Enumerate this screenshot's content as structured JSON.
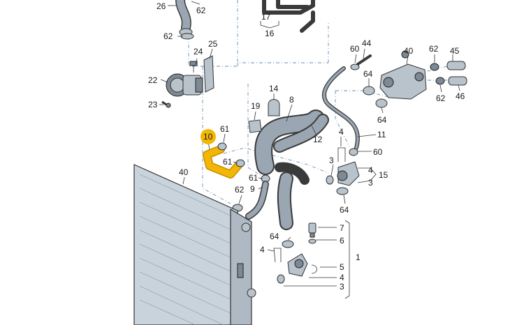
{
  "callouts": {
    "c26": "26",
    "c62a": "62",
    "c17": "17",
    "c16": "16",
    "c62b": "62",
    "c24": "24",
    "c25": "25",
    "c22": "22",
    "c23": "23",
    "c44": "44",
    "c60a": "60",
    "c40a": "40",
    "c62c": "62",
    "c45": "45",
    "c64a": "64",
    "c64b": "64",
    "c62d": "62",
    "c46": "46",
    "c14": "14",
    "c8": "8",
    "c19": "19",
    "c61a": "61",
    "c10": "10",
    "c61b": "61",
    "c11": "11",
    "c12": "12",
    "c4a": "4",
    "c60b": "60",
    "c3a": "3",
    "c4b": "4",
    "c15": "15",
    "c3b": "3",
    "c40b": "40",
    "c61c": "61",
    "c9": "9",
    "c62e": "62",
    "c64c": "64",
    "c7": "7",
    "c6": "6",
    "c64d": "64",
    "c4c": "4",
    "c1": "1",
    "c5": "5",
    "c4d": "4",
    "c3c": "3"
  },
  "highlight": {
    "color": "#f2b705",
    "callout": "10"
  },
  "colors": {
    "leader": "#333333",
    "dash": "#6a8fb0",
    "part": "#b9c3cc"
  }
}
